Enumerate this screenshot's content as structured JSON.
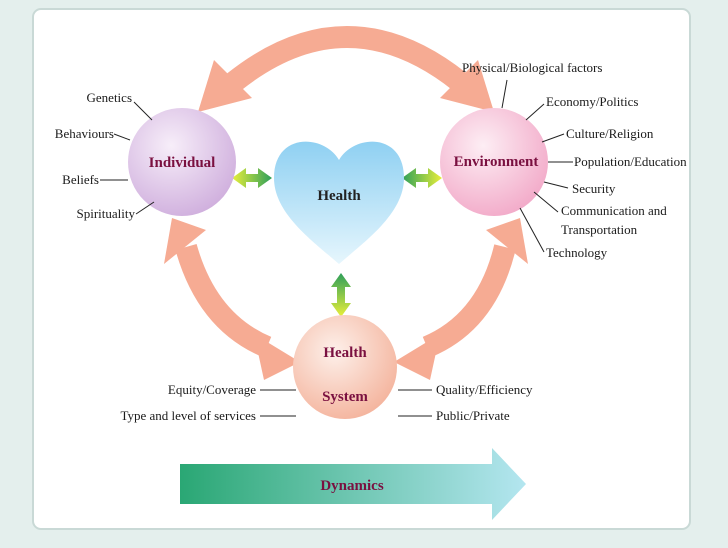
{
  "nodes": {
    "individual": "Individual",
    "environment": "Environment",
    "health": "Health",
    "health_system_line1": "Health",
    "health_system_line2": "System"
  },
  "individual_factors": [
    "Genetics",
    "Behaviours",
    "Beliefs",
    "Spirituality"
  ],
  "environment_factors": [
    "Physical/Biological factors",
    "Economy/Politics",
    "Culture/Religion",
    "Population/Education",
    "Security",
    "Communication and",
    "Transportation",
    "Technology"
  ],
  "health_system_factors_left": [
    "Equity/Coverage",
    "Type and level of services"
  ],
  "health_system_factors_right": [
    "Quality/Efficiency",
    "Public/Private"
  ],
  "dynamics_label": "Dynamics",
  "colors": {
    "cycle_arrow": "#f6ab93",
    "individual_node": "#d9bfe3",
    "environment_node": "#f6b8d1",
    "system_node": "#f8c2ad",
    "heart": "#a9d9f3",
    "node_text": "#7a1040",
    "dynamics_start": "#2fae78",
    "dynamics_end": "#a7e0ec"
  }
}
